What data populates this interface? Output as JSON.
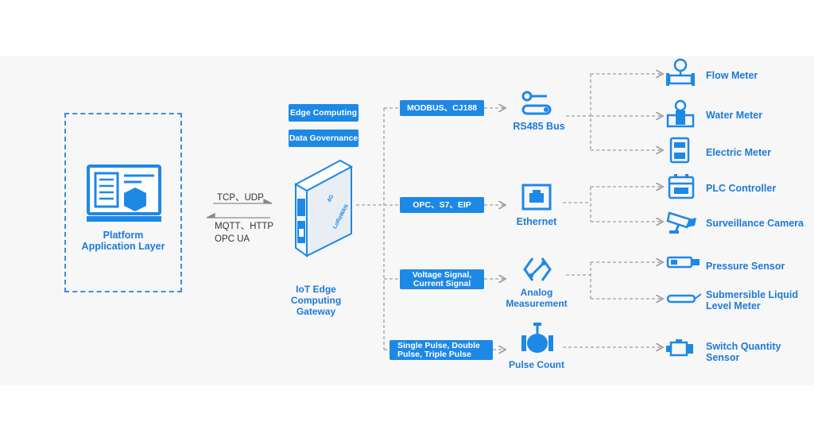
{
  "platform": {
    "label_line1": "Platform",
    "label_line2": "Application Layer"
  },
  "protocols": {
    "up": "TCP、UDP",
    "down_line1": "MQTT、HTTP",
    "down_line2": "OPC UA"
  },
  "gateway": {
    "tags": [
      "Edge Computing",
      "Data Governance"
    ],
    "label_line1": "IoT Edge Computing",
    "label_line2": "Gateway",
    "device_text1": "4G",
    "device_text2": "LoRaWAN"
  },
  "branches": [
    {
      "pill": [
        "MODBUS、CJ188"
      ],
      "hub": [
        "RS485 Bus"
      ]
    },
    {
      "pill": [
        "OPC、S7、EIP"
      ],
      "hub": [
        "Ethernet"
      ]
    },
    {
      "pill": [
        "Voltage Signal,",
        "Current Signal"
      ],
      "hub": [
        "Analog",
        "Measurement"
      ]
    },
    {
      "pill": [
        "Single Pulse, Double",
        "Pulse, Triple Pulse"
      ],
      "hub": [
        "Pulse Count"
      ]
    }
  ],
  "devices": [
    {
      "label": [
        "Flow Meter"
      ],
      "icon": "flow-meter-icon"
    },
    {
      "label": [
        "Water Meter"
      ],
      "icon": "water-meter-icon"
    },
    {
      "label": [
        "Electric Meter"
      ],
      "icon": "electric-meter-icon"
    },
    {
      "label": [
        "PLC Controller"
      ],
      "icon": "plc-controller-icon"
    },
    {
      "label": [
        "Surveillance Camera"
      ],
      "icon": "camera-icon"
    },
    {
      "label": [
        "Pressure Sensor"
      ],
      "icon": "pressure-sensor-icon"
    },
    {
      "label": [
        "Submersible Liquid",
        "Level Meter"
      ],
      "icon": "level-meter-icon"
    },
    {
      "label": [
        "Switch Quantity",
        "Sensor"
      ],
      "icon": "switch-sensor-icon"
    }
  ],
  "colors": {
    "accent": "#1e88e5",
    "accent_dark": "#1565c0",
    "text_blue": "#1e7ad6",
    "line_gray": "#9e9e9e",
    "panel_bg": "#f7f7f8"
  }
}
